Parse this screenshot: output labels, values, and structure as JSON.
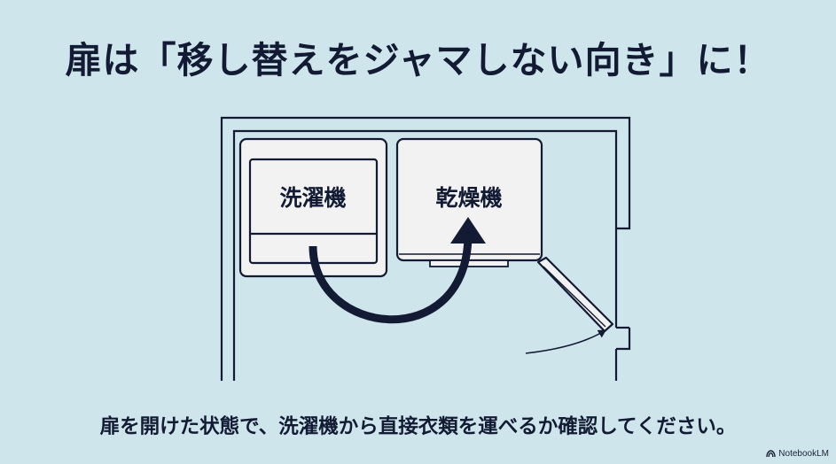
{
  "title": "扉は「移し替えをジャマしない向き」に！",
  "diagram": {
    "washer_label": "洗濯機",
    "dryer_label": "乾燥機"
  },
  "caption": "扉を開けた状態で、洗濯機から直接衣類を運べるか確認してください。",
  "brand": "NotebookLM",
  "colors": {
    "background": "#cfe5ec",
    "ink": "#121b33",
    "machine_fill": "#f2f2f2"
  }
}
